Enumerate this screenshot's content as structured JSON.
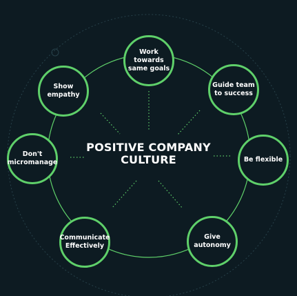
{
  "diagram": {
    "center_title": "POSITIVE COMPANY\nCULTURE",
    "colors": {
      "background": "#0d1b22",
      "accent_green": "#5fd06a",
      "text": "#ffffff",
      "faint_ring": "#27414a"
    },
    "nodes": [
      {
        "id": "work-towards-same-goals",
        "label": "Work\ntowards\nsame goals"
      },
      {
        "id": "guide-team-to-success",
        "label": "Guide team\nto success"
      },
      {
        "id": "be-flexible",
        "label": "Be flexible"
      },
      {
        "id": "give-autonomy",
        "label": "Give\nautonomy"
      },
      {
        "id": "communicate-effectively",
        "label": "Communicate\nEffectively"
      },
      {
        "id": "dont-micromanage",
        "label": "Don't\nmicromanage"
      },
      {
        "id": "show-empathy",
        "label": "Show\nempathy"
      }
    ]
  }
}
